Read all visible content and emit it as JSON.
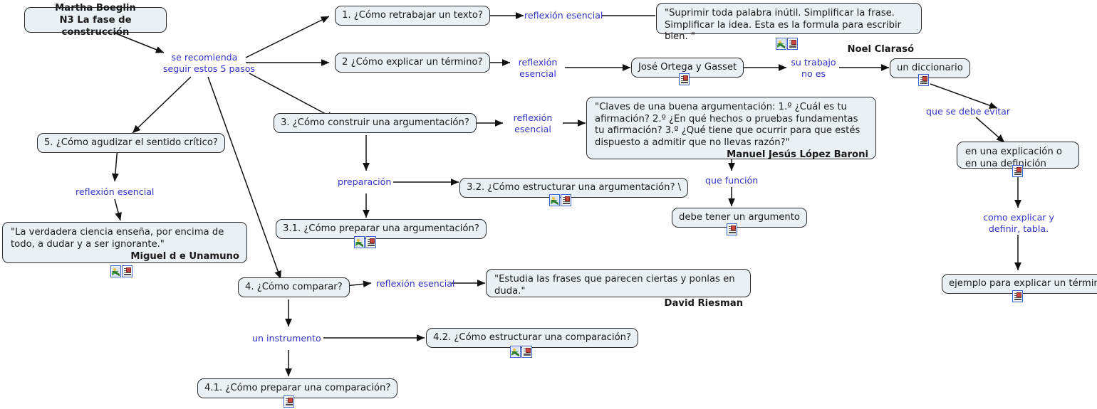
{
  "map": {
    "title_node": {
      "line1": "Martha Boeglin",
      "line2": "N3 La fase de construcción"
    },
    "root_link": "se recomienda\nseguir estos 5 pasos",
    "root_link_l1": "se recomienda",
    "root_link_l2": "seguir estos 5 pasos",
    "nodes": {
      "q1": "1. ¿Cómo retrabajar un texto?",
      "q2": "2 ¿Cómo explicar un término?",
      "q3": "3. ¿Cómo construir una argumentación?",
      "q5": "5. ¿Cómo agudizar el sentido crítico?",
      "q4": "4. ¿Cómo comparar?",
      "q31": "3.1. ¿Cómo preparar una argumentación?",
      "q32": "3.2. ¿Cómo estructurar una argumentación? \\",
      "q41": "4.1. ¿Cómo preparar una comparación?",
      "q42": "4.2. ¿Cómo estructurar una comparación?",
      "ortega": "José Ortega y Gasset",
      "diccionario": "un diccionario",
      "explicacion_definicion": "en una explicación o en una definición",
      "ejemplo_termino": "ejemplo para explicar un término",
      "argumento": "debe tener un argumento"
    },
    "quotes": {
      "clarasso": {
        "text": "\"Suprimir toda palabra inútil. Simplificar la frase. Simplificar la idea. Esta es la formula para escribir bien. \"",
        "author": "Noel Clarasó"
      },
      "baroni": {
        "text": "\"Claves de una buena argumentación: 1.º ¿Cuál es tu afirmación? 2.º ¿En qué hechos o pruebas fundamentas tu afirmación? 3.º ¿Qué tiene que ocurrir para que estés dispuesto a admitir que no llevas razón?\"",
        "author": "Manuel Jesús López Baroni"
      },
      "unamuno": {
        "text": "\"La verdadera ciencia enseña, por encima de todo, a dudar y a ser ignorante.\"",
        "author": "Miguel d e Unamuno"
      },
      "riesman": {
        "text": "\"Estudia las frases que parecen ciertas y ponlas en duda.\"",
        "author": "David Riesman"
      }
    },
    "link_labels": {
      "reflexion_esencial_1": "reflexión esencial",
      "reflexion_esencial_2_l1": "reflexión",
      "reflexion_esencial_2_l2": "esencial",
      "reflexion_esencial_3_l1": "reflexión",
      "reflexion_esencial_3_l2": "esencial",
      "reflexion_esencial_5": "reflexión esencial",
      "reflexion_esencial_4": "reflexión esencial",
      "su_trabajo_l1": "su trabajo",
      "su_trabajo_l2": "no es",
      "que_se_debe_evitar": "que se debe evitar",
      "como_explicar_l1": "como explicar y",
      "como_explicar_l2": "definir, tabla.",
      "preparacion": "preparación",
      "que_funcion": "que función",
      "un_instrumento": "un instrumento"
    },
    "colors": {
      "node_fill": "#e9f1f4",
      "node_border": "#2b2b2b",
      "link_text": "#3232c8",
      "edge": "#111111",
      "icon_border": "#3a62c8"
    },
    "icon_names": {
      "picture": "picture-icon",
      "document": "document-icon"
    }
  }
}
